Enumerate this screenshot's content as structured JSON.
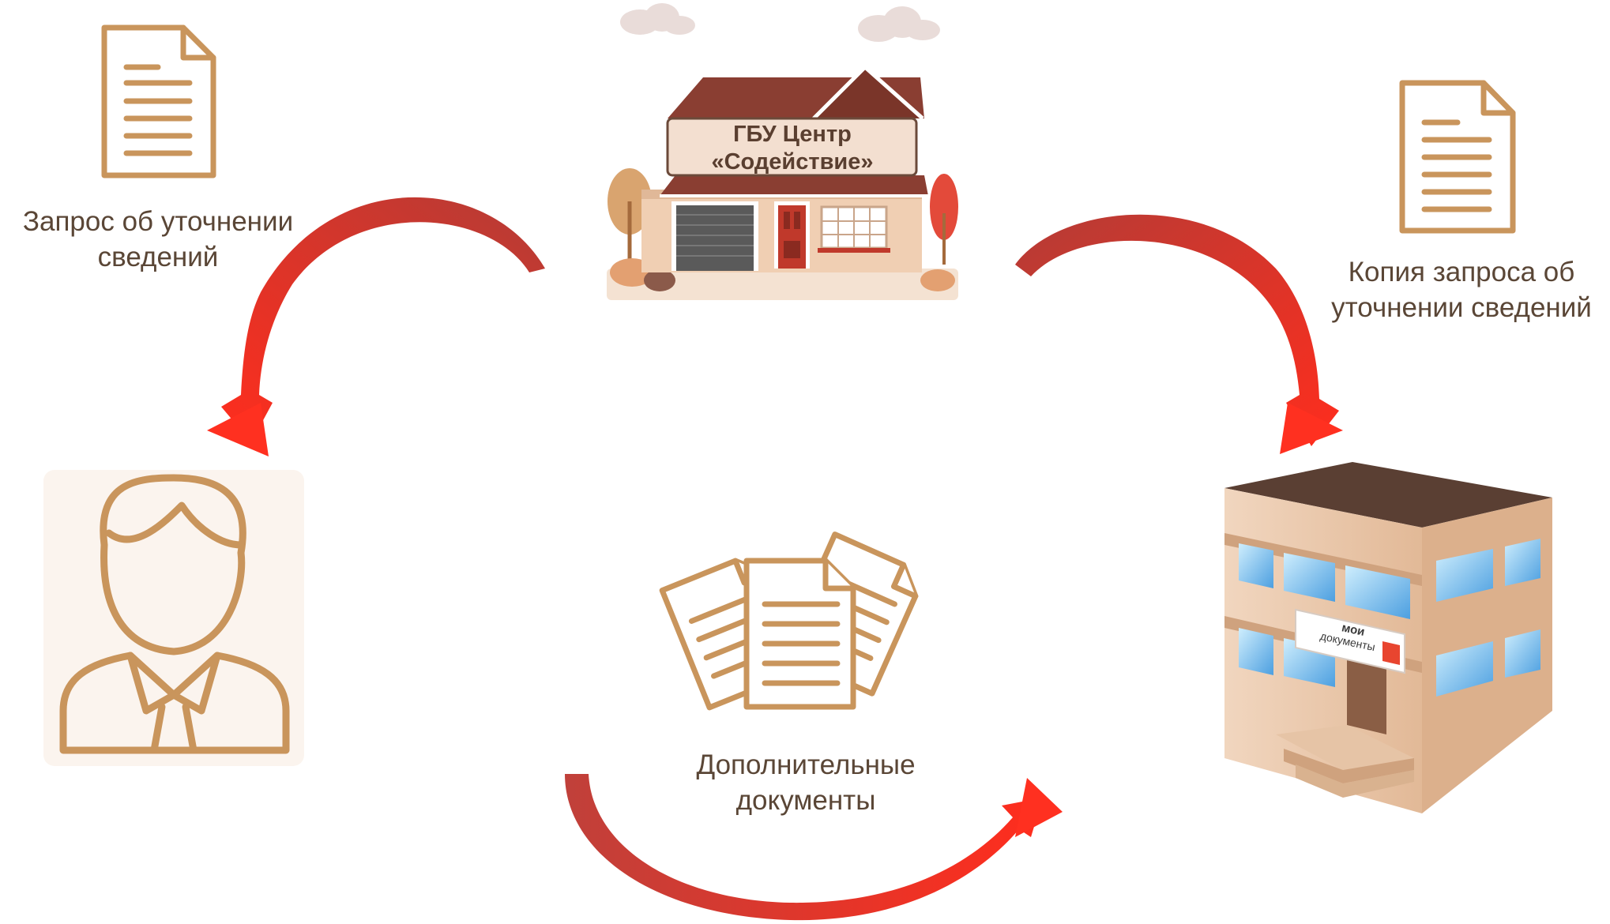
{
  "house": {
    "sign_line1": "ГБУ Центр",
    "sign_line2": "«Содействие»"
  },
  "labels": {
    "request": [
      "Запрос об уточнении",
      "сведений"
    ],
    "copy": [
      "Копия запроса об",
      "уточнении сведений"
    ],
    "additional": [
      "Дополнительные",
      "документы"
    ]
  },
  "mfc": {
    "sign_line1": "мои",
    "sign_line2": "документы"
  },
  "colors": {
    "icon_tan": "#c9955c",
    "arrow_red": "#ea3a2a",
    "text": "#5a4636"
  }
}
